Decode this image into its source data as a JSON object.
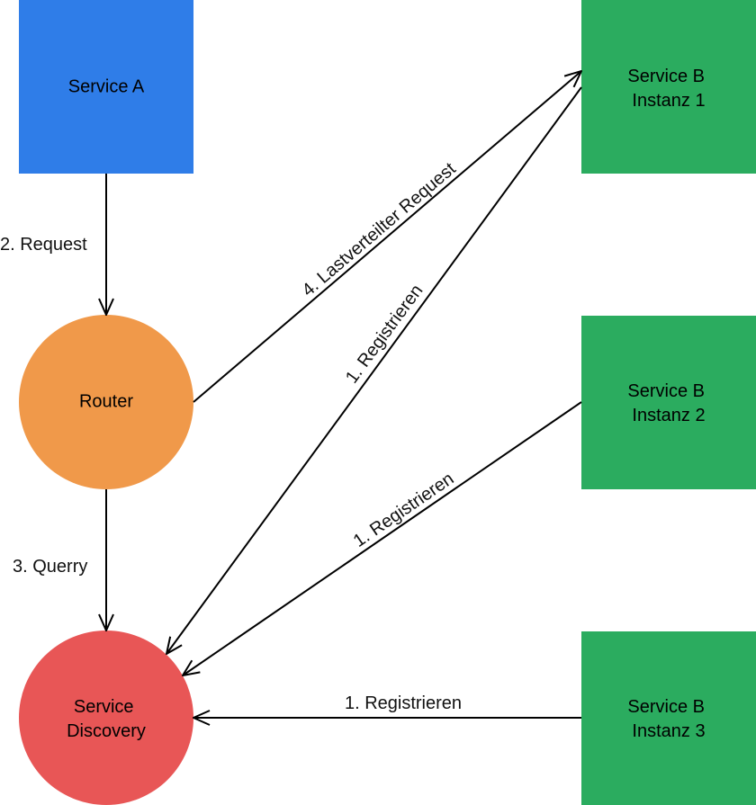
{
  "colors": {
    "service_a": "#2f7de8",
    "router": "#f0994a",
    "service_discovery": "#e85656",
    "service_b": "#2bac5f",
    "arrow": "#000000"
  },
  "nodes": {
    "service_a": {
      "label": "Service A"
    },
    "router": {
      "label": "Router"
    },
    "service_discovery": {
      "line1": "Service",
      "line2": "Discovery"
    },
    "instance1": {
      "line1": "Service B",
      "line2": "Instanz 1"
    },
    "instance2": {
      "line1": "Service B",
      "line2": "Instanz 2"
    },
    "instance3": {
      "line1": "Service B",
      "line2": "Instanz 3"
    }
  },
  "edges": {
    "request": "2. Request",
    "querry": "3. Querry",
    "load_balanced": "4. Lastverteilter Request",
    "register1": "1. Registrieren",
    "register2": "1. Registrieren",
    "register3": "1. Registrieren"
  }
}
